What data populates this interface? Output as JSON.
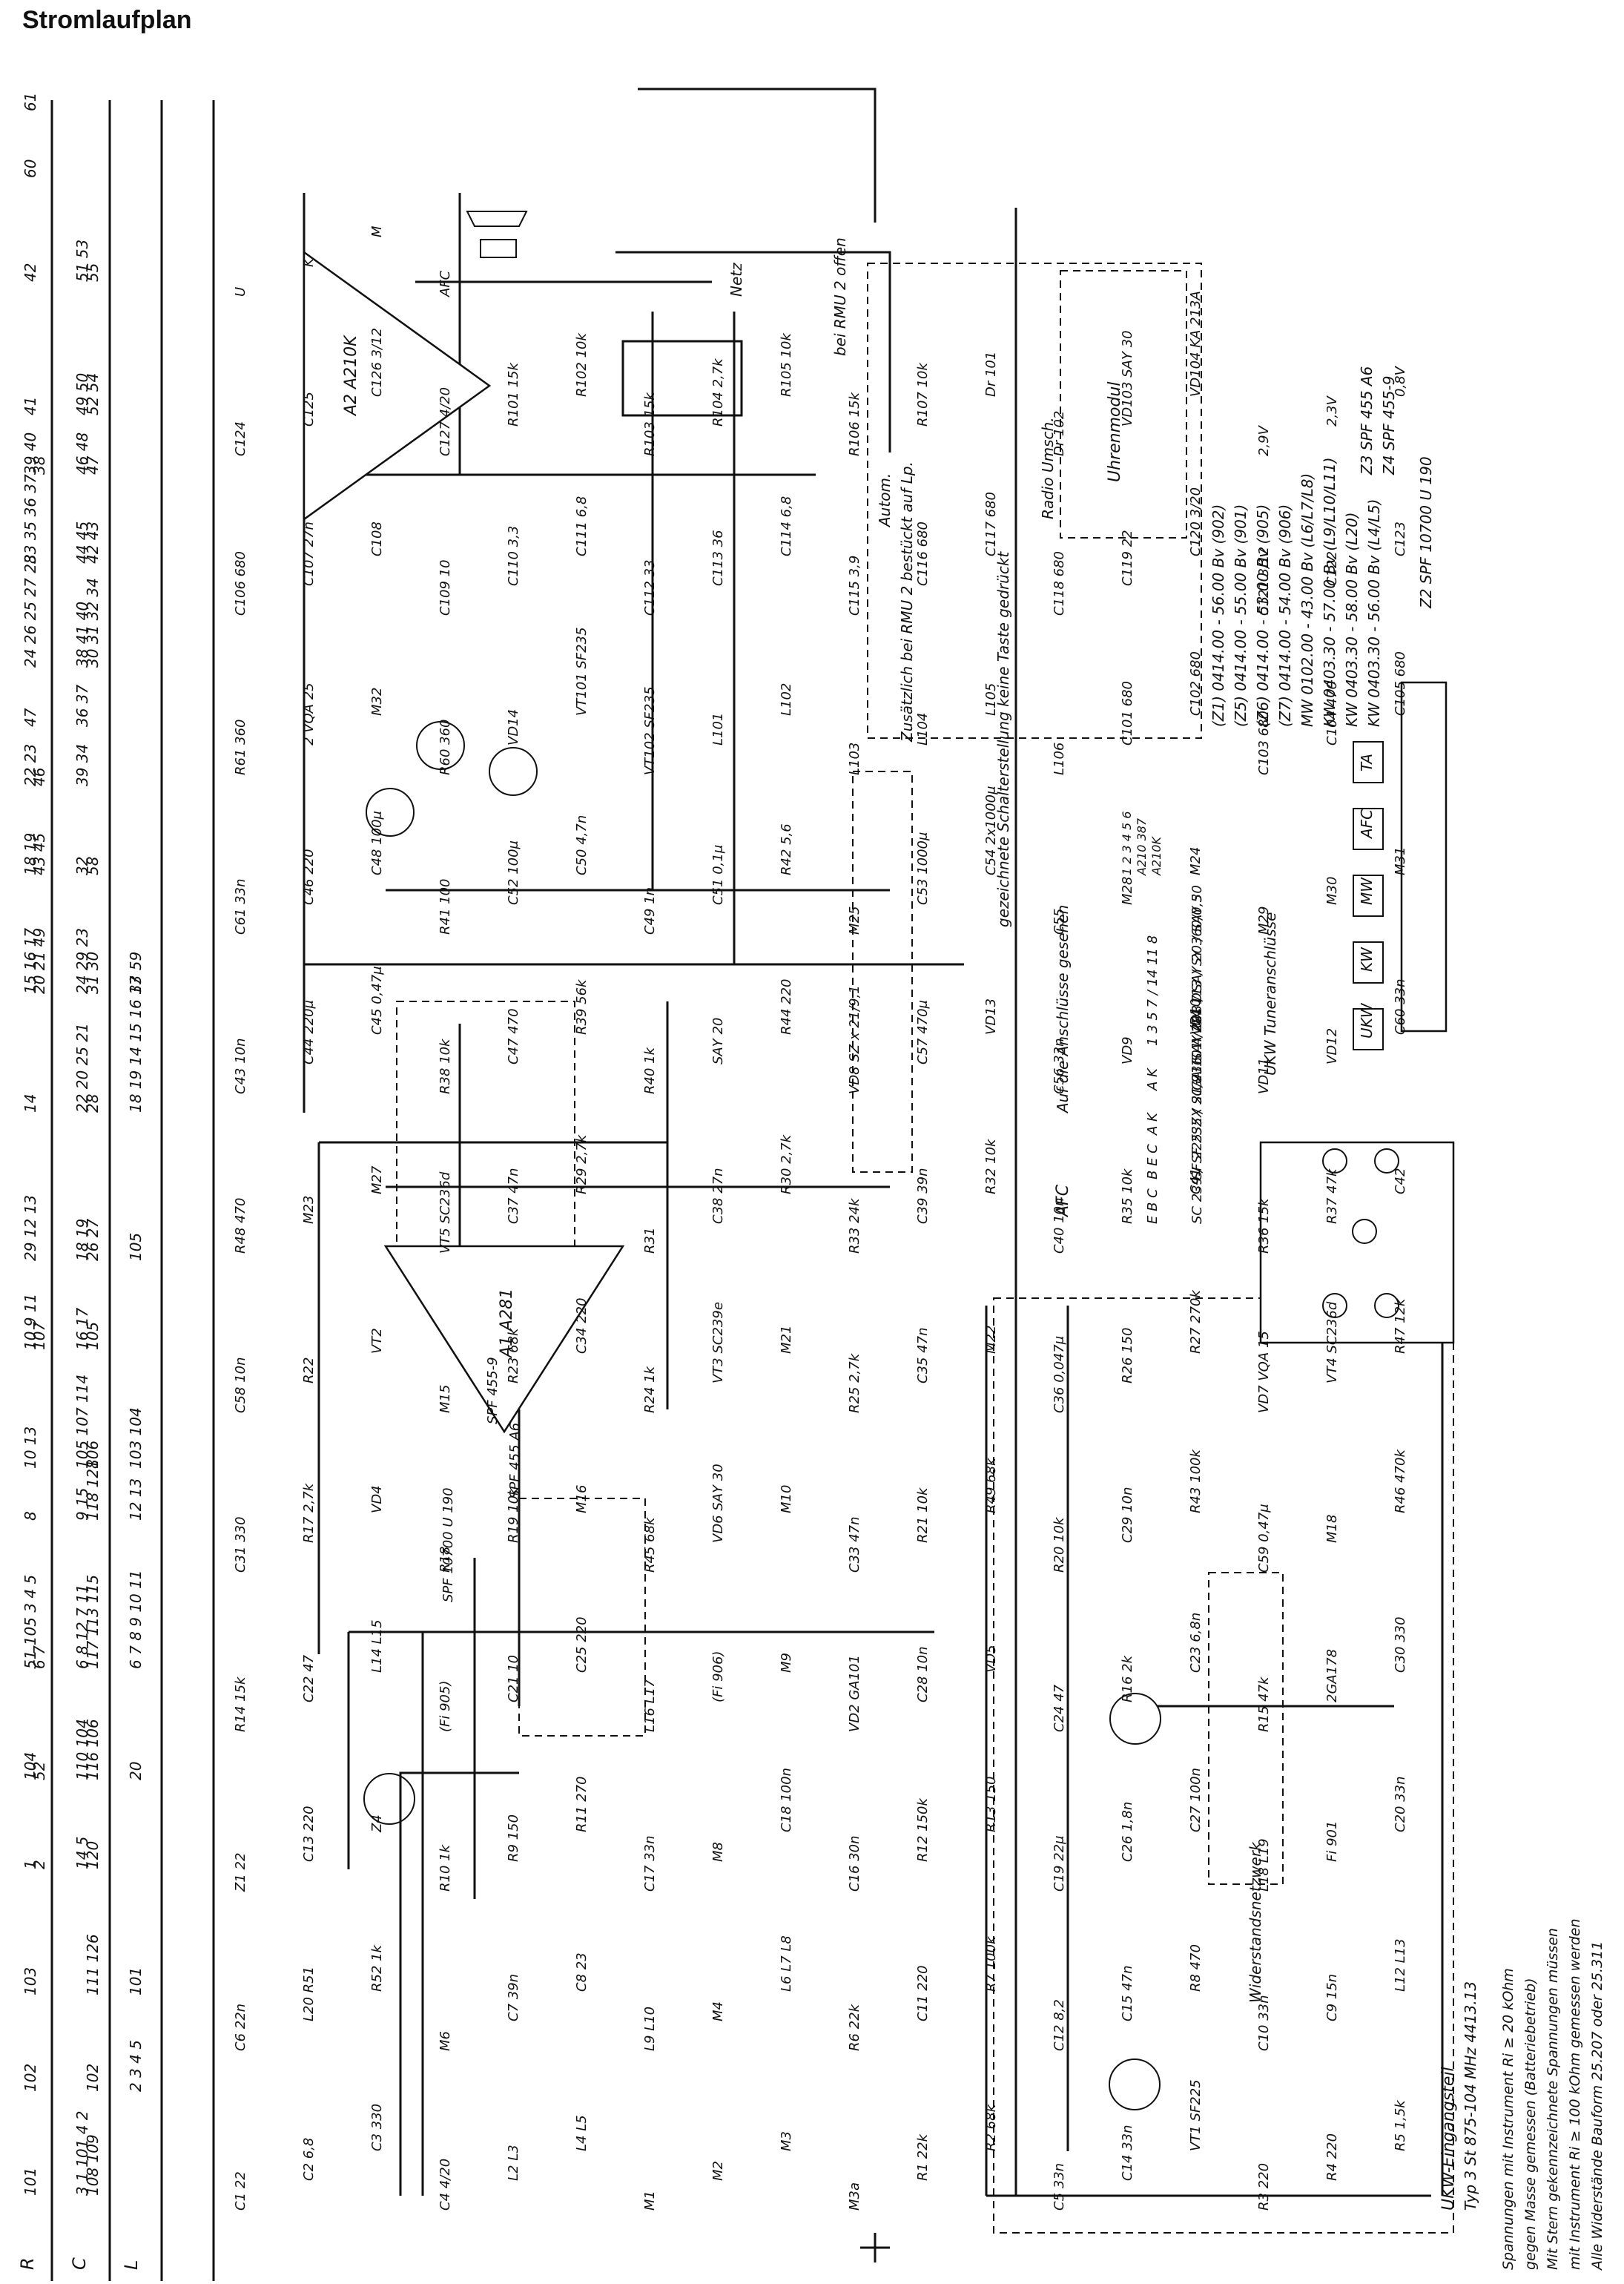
{
  "title": "Stromlaufplan",
  "grid": {
    "row_labels": [
      "R",
      "C",
      "L"
    ],
    "R": [
      "101",
      "102",
      "103",
      "1",
      "104",
      "51 105 3 4 5",
      "8",
      "10 13",
      "10 9 11",
      "29 12 13",
      "14",
      "15 16 17",
      "18 19",
      "22 23",
      "47",
      "24 26 25 27 28",
      "33 35 36 37",
      "39 40",
      "41",
      "42",
      "60",
      "61"
    ],
    "R2": [
      "",
      "",
      "",
      "2",
      "52",
      "6 7",
      "",
      "",
      "107",
      "",
      "",
      "20 21 49",
      "43 45",
      "46",
      "",
      "",
      "",
      "38",
      "",
      "",
      "",
      ""
    ],
    "C": [
      "3 1 101 4 2",
      "",
      "",
      "14 5",
      "110 104",
      "6 8 12 7 11",
      "9 15",
      "105 107 114",
      "16 17",
      "18 19",
      "22 20 25 21",
      "24 29 23",
      "32",
      "39 34",
      "36 37",
      "38 41 40",
      "44 45",
      "46 48",
      "49 50",
      "51 53",
      "",
      ""
    ],
    "C2": [
      "108 109",
      "102",
      "111 126",
      "120",
      "116 106",
      "117 113 115",
      "118 128",
      "106",
      "105",
      "26 27",
      "28",
      "31 30",
      "58",
      "",
      "",
      "30 31 32 34",
      "42 43",
      "47",
      "52 54",
      "55",
      "",
      ""
    ],
    "L": [
      "",
      "2 3 4 5",
      "101",
      "",
      "20",
      "6 7 8 9 10 11",
      "12 13",
      "103 104",
      "",
      "105",
      "18 19 14 15 16 17",
      "33 59",
      "",
      "",
      "",
      "",
      "",
      "",
      "",
      "",
      "",
      ""
    ]
  },
  "modules": {
    "a1": "A1 A281",
    "a2": "A2 A210K",
    "uhrenmodul": "Uhrenmodul",
    "netz": "Netz",
    "rmu": "bei RMU 2 offen",
    "zusatz": "Zusätzlich bei RMU 2 bestückt auf Lp.",
    "autom": "Autom.",
    "radio_umsch": "Radio Umsch.",
    "afc": "AFC",
    "widerstand": "Widerstandsnetzwerk",
    "ukw_eingang": "UKW-Eingangsteil",
    "ukw_typ": "Typ 3 St 875-104 MHz 4413.13",
    "tuner": "UKW Tuneranschlüsse",
    "anschluss": "Auf die Anschlüsse gesehen",
    "schalter": "gezeichnete Schalterstellung keine Taste gedrückt",
    "spf1": "SPF 455 A6",
    "spf2": "SPF 455-9",
    "spf3": "SPF 10700 U 190",
    "spf4": "Z2 SPF 10700 U 190",
    "z3": "Z3 SPF 455 A6",
    "z4": "Z4 SPF 455-9"
  },
  "bands": [
    "(Z1) 0414.00 - 56.00 Bv (902)",
    "(Z5) 0414.00 - 55.00 Bv (901)",
    "(Z6) 0414.00 - 53.00 Bv (905)",
    "(Z7) 0414.00 - 54.00 Bv (906)",
    "MW  0102.00 - 43.00 Bv (L6/L7/L8)",
    "KW  0403.30 - 57.00 Bv (L9/L10/L11)",
    "KW  0403.30 - 58.00 Bv (L20)",
    "KW  0403.30 - 56.00 Bv (L4/L5)"
  ],
  "semis": [
    {
      "pin": "E B C",
      "types": "SC 239 / SF 235 / SC 236"
    },
    {
      "pin": "B E C",
      "types": "SF 225"
    },
    {
      "pin": "A K",
      "types": "SZX 21/91 SAY 20B / SAY 20 / SAY 30"
    },
    {
      "pin": "A K",
      "types": "GA 101 / GA 113 / SY 360/0,5"
    },
    {
      "pin": "1 3 5 7 / 14 11 8",
      "types": "A 281 D"
    }
  ],
  "ic_table": [
    "1 2 3 4 5 6",
    "A210 387",
    "A210K"
  ],
  "switch_labels": [
    "UKW",
    "KW",
    "MW",
    "AFC",
    "TA"
  ],
  "components": [
    "C1 22",
    "C2 6,8",
    "C3 330",
    "C4 4/20",
    "L2 L3",
    "L4 L5",
    "M1",
    "M2",
    "M3",
    "M3a",
    "R1 22k",
    "R2 68k",
    "C5 33n",
    "C14 33n",
    "VT1 SF225",
    "R3 220",
    "R4 220",
    "R5 1,5k",
    "C6 22n",
    "L20 R51",
    "R52 1k",
    "M6",
    "C7 39n",
    "C8 23",
    "L9 L10",
    "M4",
    "L6 L7 L8",
    "R6 22k",
    "C11 220",
    "R7 100k",
    "C12 8,2",
    "C15 47n",
    "R8 470",
    "C10 33n",
    "C9 15n",
    "L12 L13",
    "Z1 22",
    "C13 220",
    "Z4",
    "R10 1k",
    "R9 150",
    "R11 270",
    "C17 33n",
    "M8",
    "C18 100n",
    "C16 30n",
    "R12 150k",
    "R13 150",
    "C19 22μ",
    "C26 1,8n",
    "C27 100n",
    "L18 L19",
    "Fi 901",
    "C20 33n",
    "R14 15k",
    "C22 47",
    "L14 L15",
    "(Fi 905)",
    "C21 10",
    "C25 220",
    "L16 L17",
    "(Fi 906)",
    "M9",
    "VD2 GA101",
    "C28 10n",
    "VD5",
    "C24 47",
    "R16 2k",
    "C23 6,8n",
    "R15 47k",
    "2GA178",
    "C30 330",
    "C31 330",
    "R17 2,7k",
    "VD4",
    "R18",
    "R19 10k",
    "M16",
    "R45 68k",
    "VD6 SAY 30",
    "M10",
    "C33 47n",
    "R21 10k",
    "R49 68k",
    "R20 10k",
    "C29 10n",
    "R43 100k",
    "C59 0,47μ",
    "M18",
    "R46 470k",
    "C58 10n",
    "R22",
    "VT2",
    "M15",
    "R23 68k",
    "C34 220",
    "R24 1k",
    "VT3 SC239e",
    "M21",
    "R25 2,7k",
    "C35 47n",
    "M22",
    "C36 0,047μ",
    "R26 150",
    "R27 270k",
    "VD7 VQA 15",
    "VT4 SC236d",
    "R47 12k",
    "R48 470",
    "M23",
    "M27",
    "VT5 SC236d",
    "C37 47n",
    "R29 2,7k",
    "R31",
    "C38 27n",
    "R30 2,7k",
    "R33 24k",
    "C39 39n",
    "R32 10k",
    "C40 10n",
    "R35 10k",
    "C41",
    "R36 15k",
    "R37 47k",
    "C42",
    "C43 10n",
    "C44 220μ",
    "C45 0,47μ",
    "R38 10k",
    "C47 470",
    "R39 56k",
    "R40 1k",
    "SAY 20",
    "R44 220",
    "VD8 SZ x 21/9,1",
    "C57 470μ",
    "VD13",
    "C56 33n",
    "VD9",
    "VD10",
    "VD11",
    "VD12",
    "C60 33n",
    "C61 33n",
    "C46 220",
    "C48 100μ",
    "R41 100",
    "C52 100μ",
    "C50 4,7n",
    "C49 1n",
    "C51 0,1μ",
    "R42 5,6",
    "M25",
    "C53 1000μ",
    "C54 2x1000μ",
    "C55",
    "M28",
    "M24",
    "M29",
    "M30",
    "M31",
    "R61 360",
    "2 VQA 25",
    "M32",
    "R60 360",
    "VD14",
    "VT101 SF235",
    "VT102 SF235",
    "L101",
    "L102",
    "L103",
    "L104",
    "L105",
    "L106",
    "C101 680",
    "C102 680",
    "C103 680",
    "C104 470",
    "C105 680",
    "C106 680",
    "C107 27n",
    "C108",
    "C109 10",
    "C110 3,3",
    "C111 6,8",
    "C112 33",
    "C113 36",
    "C114 6,8",
    "C115 3,9",
    "C116 680",
    "C117 680",
    "C118 680",
    "C119 22",
    "C120 3/20",
    "C121 3/12",
    "C122",
    "C123",
    "C124",
    "C125",
    "C126 3/12",
    "C127 4/20",
    "R101 15k",
    "R102 10k",
    "R103 15k",
    "R104 2,7k",
    "R105 10k",
    "R106 15k",
    "R107 10k",
    "Dr 101",
    "Dr 102",
    "VD103 SAY 30",
    "VD104 KA 213A",
    "2,9V",
    "2,3V",
    "0,8V",
    "U",
    "K",
    "M",
    "AFC"
  ],
  "footnotes": [
    "Spannungen mit Instrument Ri ≥ 20 kOhm",
    "gegen Masse gemessen (Batteriebetrieb)",
    "Mit Stern gekennzeichnete Spannungen müssen",
    "mit Instrument Ri ≥ 100 kOhm gemessen werden",
    "Alle Widerstände Bauform 25.207 oder 25.311"
  ]
}
